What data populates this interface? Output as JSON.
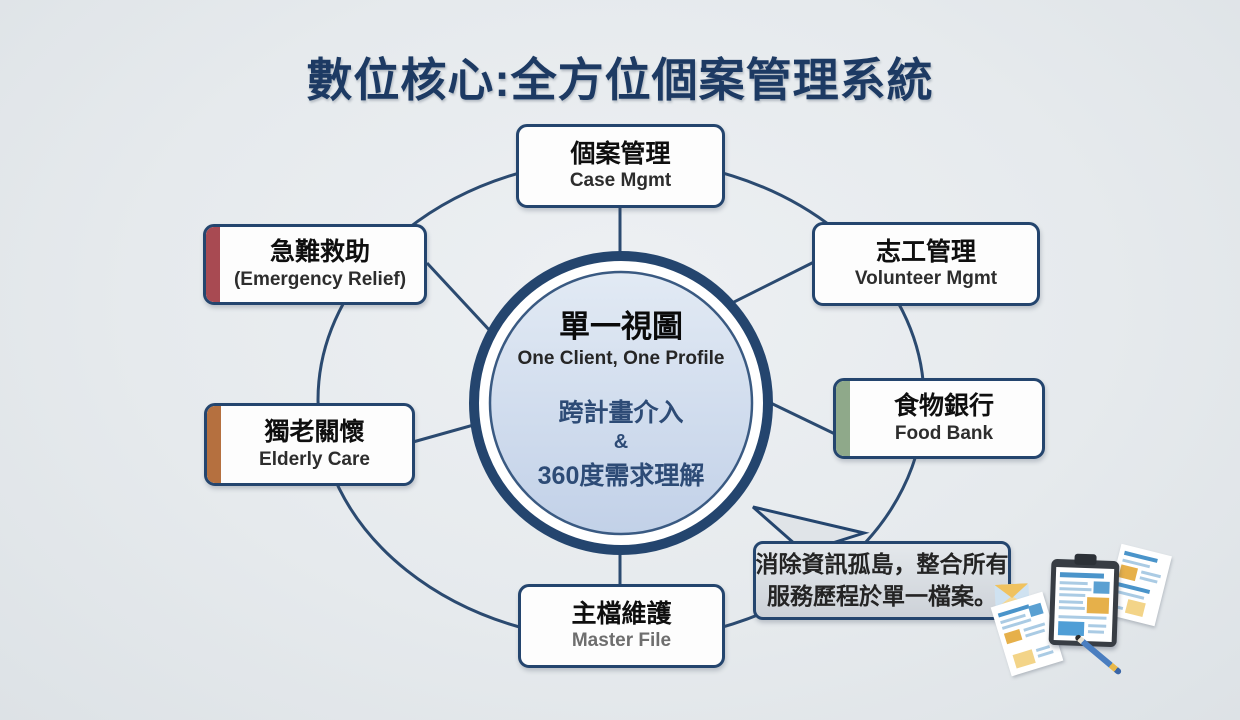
{
  "title": "數位核心:全方位個案管理系統",
  "center": {
    "heading": "單一視圖",
    "subheading": "One Client, One Profile",
    "benefit1": "跨計畫介入",
    "amp": "&",
    "benefit2": "360度需求理解"
  },
  "nodes": [
    {
      "id": "case-mgmt",
      "zh": "個案管理",
      "en": "Case Mgmt"
    },
    {
      "id": "volunteer-mgmt",
      "zh": "志工管理",
      "en": "Volunteer Mgmt"
    },
    {
      "id": "food-bank",
      "zh": "食物銀行",
      "en": "Food Bank"
    },
    {
      "id": "emergency-relief",
      "zh": "急難救助",
      "en": "(Emergency Relief)"
    },
    {
      "id": "elderly-care",
      "zh": "獨老關懷",
      "en": "Elderly Care"
    },
    {
      "id": "master-file",
      "zh": "主檔維護",
      "en": "Master File"
    }
  ],
  "callout": {
    "line1": "消除資訊孤島，整合所有",
    "line2": "服務歷程於單一檔案。"
  },
  "colors": {
    "title_navy": "#1d3a63",
    "line_navy": "#2b4a70",
    "border_navy": "#24456e",
    "accent_red": "#a84a52",
    "accent_green": "#8fa98a",
    "accent_orange": "#b5703f",
    "circle_fill_top": "#e2eaf4",
    "circle_fill_bottom": "#c2d1e8",
    "center_blue_text": "#2d4b76",
    "background": "#e6eaed"
  }
}
